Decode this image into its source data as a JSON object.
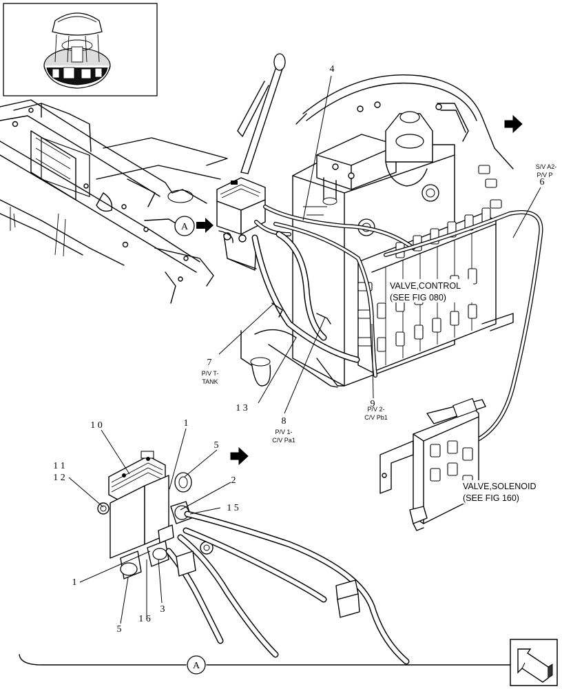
{
  "diagram": {
    "callouts": {
      "c4": "4",
      "c6": "6",
      "c7": "7",
      "c8": "8",
      "c9": "9",
      "c13": "1 3",
      "c10": "1 0",
      "c1_top": "1",
      "c5_top": "5",
      "c11": "1 1",
      "c12": "1 2",
      "c2": "2",
      "c15": "1 5",
      "c1_bottom": "1",
      "c5_bottom": "5",
      "c16": "1 6",
      "c3": "3"
    },
    "hose_labels": {
      "sv_a2_line1": "S/V A2-",
      "sv_a2_line2": "P/V P",
      "pv_t_line1": "P/V T-",
      "pv_t_line2": "TANK",
      "pv_1_line1": "P/V 1-",
      "pv_1_line2": "C/V Pa1",
      "pv_2_line1": "P/V 2-",
      "pv_2_line2": "C/V Pb1"
    },
    "component_labels": {
      "control_valve_line1": "VALVE,CONTROL",
      "control_valve_line2": "(SEE FIG 080)",
      "solenoid_valve_line1": "VALVE,SOLENOID",
      "solenoid_valve_line2": "(SEE FIG 160)"
    },
    "detail_markers": {
      "detail_a_top": "A",
      "detail_a_bottom": "A"
    },
    "icons": [
      "arrow-right-icon",
      "thumbnail-machine-icon",
      "next-page-arrow-icon"
    ]
  }
}
